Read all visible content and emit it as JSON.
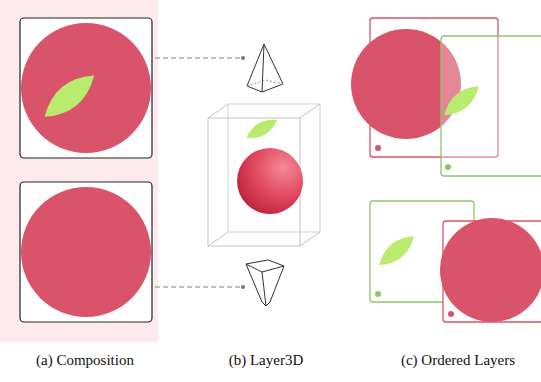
{
  "diagram": {
    "labels": [
      "(a) Composition",
      "(b) Layer3D",
      "(c) Ordered Layers"
    ]
  }
}
